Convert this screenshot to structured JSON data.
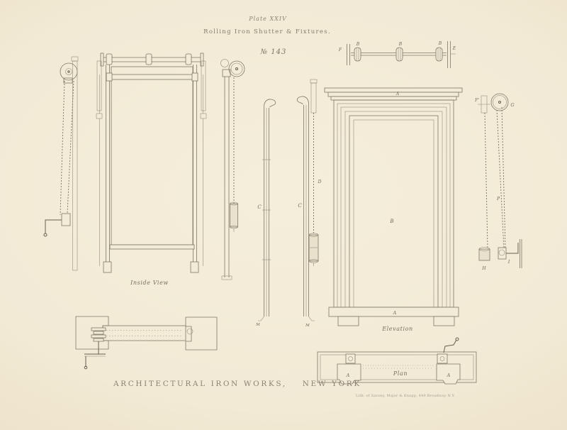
{
  "header": {
    "plate": "Plate XXIV",
    "title": "Rolling Iron Shutter & Fixtures.",
    "number": "№ 143"
  },
  "captions": {
    "inside_view": "Inside View",
    "elevation": "Elevation",
    "plan": "Plan"
  },
  "footer": {
    "company": "ARCHITECTURAL IRON WORKS,",
    "city": "NEW YORK",
    "imprint": "Lith. of Sarony, Major & Knapp, 449 Broadway N.Y."
  },
  "part_labels": {
    "shaft_f": "F",
    "shaft_b1": "B",
    "shaft_b2": "B",
    "shaft_b3": "B",
    "shaft_e": "E",
    "rail_c1": "C",
    "rail_c2": "C",
    "rail_m1": "M",
    "rail_m2": "M",
    "chain_d": "D",
    "elev_top_a": "A",
    "elev_center_b": "B",
    "elev_sill_a": "A",
    "pulley_bracket_f": "F'",
    "pulley_g": "G",
    "chain_p": "P",
    "weight_h": "H",
    "crank_i": "I",
    "plan_a_left": "A",
    "plan_a_right": "A"
  },
  "colors": {
    "paper": "#f1e9d4",
    "ink": "#7f7867",
    "ink_dark": "#665f51",
    "label": "#6e675a"
  }
}
